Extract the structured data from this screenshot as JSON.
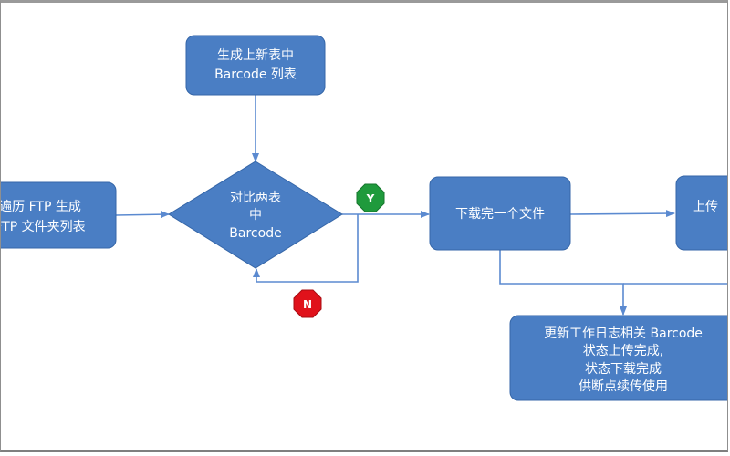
{
  "nodes": {
    "generate_barcode_list": {
      "lines": [
        "生成上新表中",
        "Barcode 列表"
      ]
    },
    "ftp_list": {
      "lines": [
        "遍历 FTP 生成",
        "FTP 文件夹列表"
      ]
    },
    "compare_decision": {
      "lines": [
        "对比两表",
        "中",
        "Barcode"
      ]
    },
    "download_file": {
      "lines": [
        "下载完一个文件"
      ]
    },
    "upload": {
      "lines": [
        "上传"
      ]
    },
    "update_log": {
      "lines": [
        "更新工作日志相关 Barcode",
        "状态上传完成,",
        "状态下载完成",
        "供断点续传使用"
      ]
    }
  },
  "badges": {
    "yes": "Y",
    "no": "N"
  },
  "colors": {
    "node_fill": "#4a7ec4",
    "node_stroke": "#3566a8",
    "arrow": "#5b8ad0",
    "yes_badge": "#1f9a3c",
    "no_badge": "#e0121b"
  }
}
